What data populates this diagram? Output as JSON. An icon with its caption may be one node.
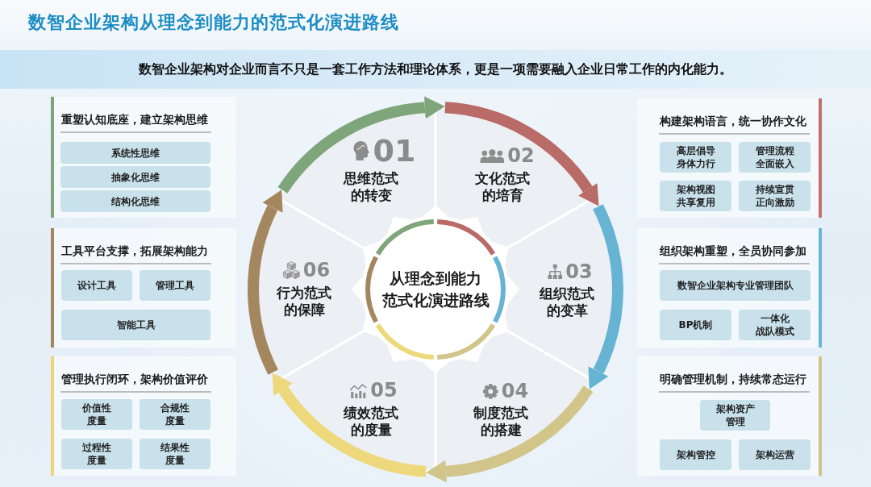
{
  "diagram": {
    "title": "数智企业架构从理念到能力的范式化演进路线",
    "nodes": [
      {
        "text": [
          "数智企业架构对企业而言不只是一套工作方法和理论体系，更是一项需要融入企业日常工作的内化能力。"
        ]
      },
      {
        "text": [
          "重塑认知底座，建立架构思维"
        ]
      },
      {
        "text": [
          "系统性思维"
        ],
        "in": 1
      },
      {
        "text": [
          "抽象化思维"
        ],
        "in": 1
      },
      {
        "text": [
          "结构化思维"
        ],
        "in": 1
      },
      {
        "text": [
          "工具平台支撑，拓展架构能力"
        ]
      },
      {
        "text": [
          "设计工具"
        ],
        "in": 5
      },
      {
        "text": [
          "管理工具"
        ],
        "in": 5
      },
      {
        "text": [
          "智能工具"
        ],
        "in": 5
      },
      {
        "text": [
          "管理执行闭环，架构价值评价"
        ]
      },
      {
        "text": [
          "价值性度量"
        ],
        "in": 9
      },
      {
        "text": [
          "合规性度量"
        ],
        "in": 9
      },
      {
        "text": [
          "过程性度量"
        ],
        "in": 9
      },
      {
        "text": [
          "结果性度量"
        ],
        "in": 9
      },
      {
        "text": [
          "01",
          "思维范式的转变"
        ]
      },
      {
        "text": [
          "02",
          "文化范式的培育"
        ]
      },
      {
        "text": [
          "03",
          "组织范式的变革"
        ]
      },
      {
        "text": [
          "04",
          "制度范式的搭建"
        ]
      },
      {
        "text": [
          "05",
          "绩效范式的度量"
        ]
      },
      {
        "text": [
          "06",
          "行为范式的保障"
        ]
      },
      {
        "text": [
          "从理念到能力范式化演进路线"
        ]
      },
      {
        "text": [
          "构建架构语言，统一协作文化"
        ]
      },
      {
        "text": [
          "高层倡导身体力行"
        ],
        "in": 21
      },
      {
        "text": [
          "管理流程全面嵌入"
        ],
        "in": 21
      },
      {
        "text": [
          "架构视图共享复用"
        ],
        "in": 21
      },
      {
        "text": [
          "持续宣贯正向激励"
        ],
        "in": 21
      },
      {
        "text": [
          "组织架构重塑，全员协同参加"
        ]
      },
      {
        "text": [
          "数智企业架构专业管理团队"
        ],
        "in": 26
      },
      {
        "text": [
          "BP机制"
        ],
        "in": 26
      },
      {
        "text": [
          "一体化战队模式"
        ],
        "in": 26
      },
      {
        "text": [
          "明确管理机制，持续常态运行"
        ]
      },
      {
        "text": [
          "架构资产管理"
        ],
        "in": 30
      },
      {
        "text": [
          "架构管控"
        ],
        "in": 30
      },
      {
        "text": [
          "架构运营"
        ],
        "in": 30
      }
    ],
    "edges": [
      {
        "from": 14,
        "to": 15,
        "arrow": "to",
        "color": "#7fa57b"
      },
      {
        "from": 15,
        "to": 16,
        "arrow": "to",
        "color": "#b96b67"
      },
      {
        "from": 16,
        "to": 17,
        "arrow": "to",
        "color": "#67b3d3"
      },
      {
        "from": 17,
        "to": 18,
        "arrow": "to",
        "color": "#d1c589"
      },
      {
        "from": 18,
        "to": 19,
        "arrow": "to",
        "color": "#edd87c"
      },
      {
        "from": 19,
        "to": 14,
        "arrow": "to",
        "color": "#a4875f"
      }
    ]
  }
}
